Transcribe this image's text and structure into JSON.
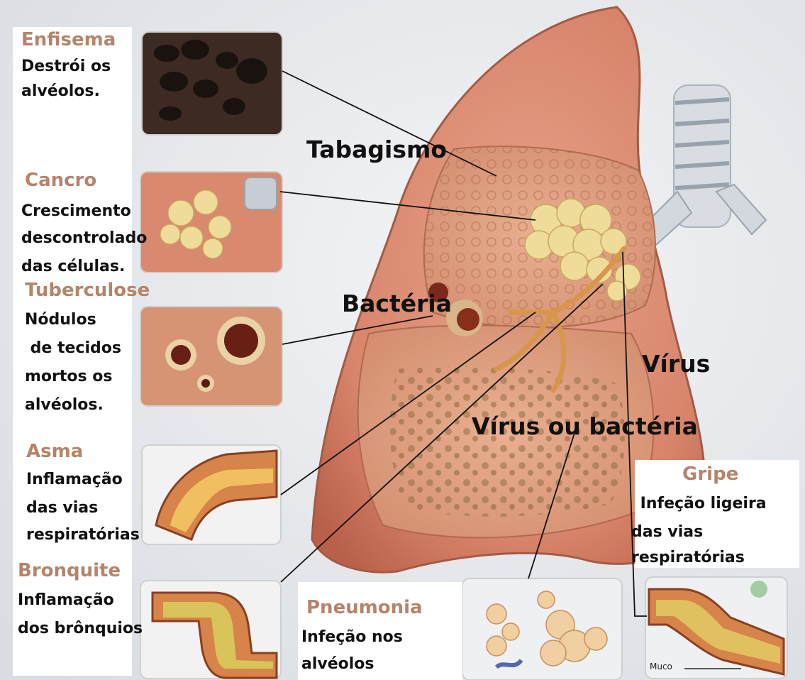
{
  "diseases": [
    {
      "id": "enfisema",
      "title": "Enfisema",
      "desc": [
        "Destrói os",
        "alvéolos."
      ]
    },
    {
      "id": "cancro",
      "title": "Cancro",
      "desc": [
        "Crescimento",
        "descontrolado",
        "das células."
      ]
    },
    {
      "id": "tuberculose",
      "title": "Tuberculose",
      "desc": [
        "Nódulos",
        " de tecidos",
        "mortos os",
        "alvéolos."
      ]
    },
    {
      "id": "asma",
      "title": "Asma",
      "desc": [
        "Inflamação",
        "das vias",
        "respiratórias"
      ]
    },
    {
      "id": "bronquite",
      "title": "Bronquite",
      "desc": [
        "Inflamação",
        "dos brônquios"
      ]
    },
    {
      "id": "pneumonia",
      "title": "Pneumonia",
      "desc": [
        "Infeção nos",
        "alvéolos"
      ]
    },
    {
      "id": "gripe",
      "title": "Gripe",
      "desc": [
        " Infeção ligeira",
        "das vias",
        "respiratórias"
      ]
    }
  ],
  "causes": {
    "tabagismo": "Tabagismo",
    "bacteria": "Bactéria",
    "virus": "Vírus",
    "virus_ou_bacteria": "Vírus ou bactéria"
  },
  "muco_label": "Muco",
  "colors": {
    "title_accent": "#b5846a",
    "lung": "#d9846a",
    "lung_dark": "#b9604a",
    "text": "#111111"
  }
}
